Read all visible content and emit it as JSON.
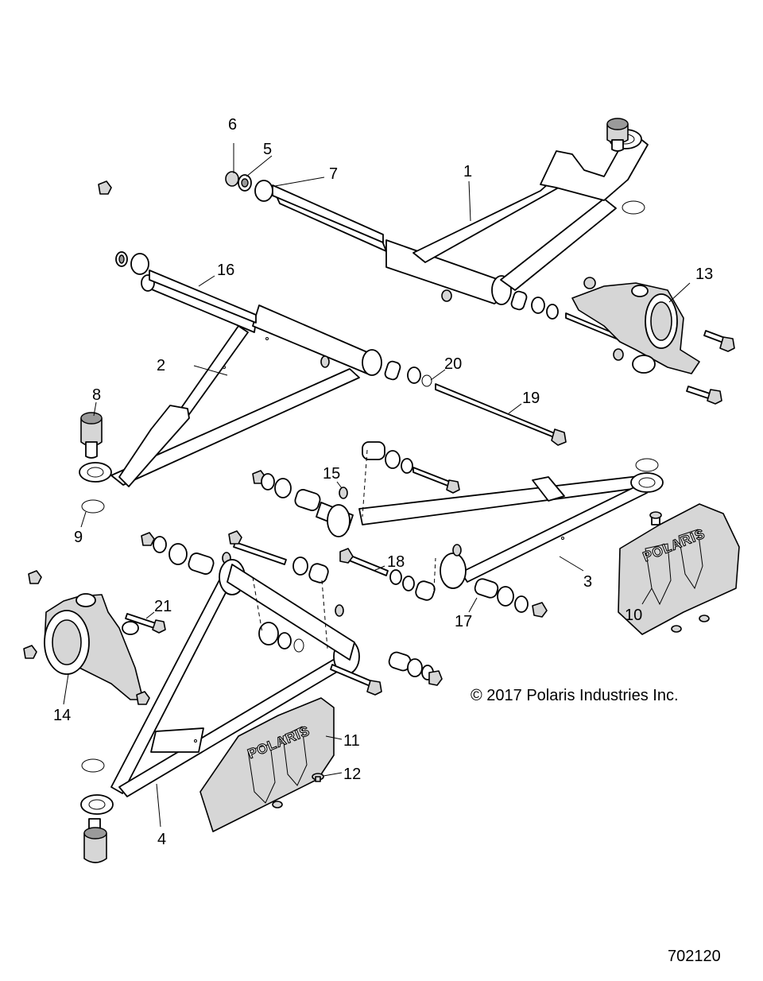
{
  "callouts": [
    "1",
    "2",
    "3",
    "4",
    "5",
    "6",
    "7",
    "8",
    "9",
    "10",
    "11",
    "12",
    "13",
    "14",
    "15",
    "16",
    "17",
    "18",
    "19",
    "20",
    "21"
  ],
  "logo_text": "POLARIS",
  "copyright": "© 2017 Polaris Industries Inc.",
  "drawing_number": "702120"
}
